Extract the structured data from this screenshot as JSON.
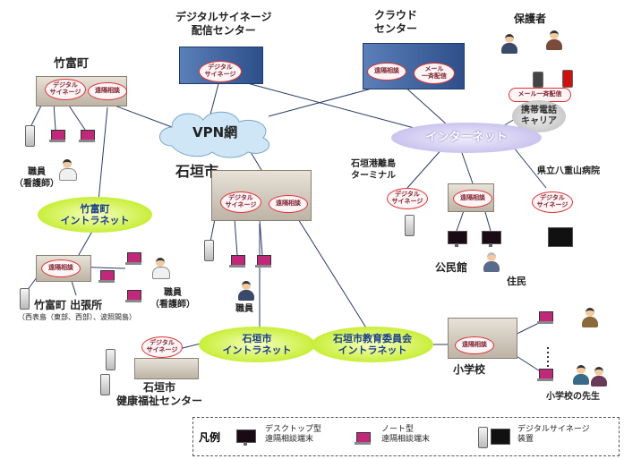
{
  "nodes": {
    "digital_signage_center": "デジタルサイネージ\n配信センター",
    "cloud_center": "クラウド\nセンター",
    "guardian": "保護者",
    "taketomi": "竹富町",
    "staff_nurse_1": "職員\n（看護師）",
    "vpn": "VPN網",
    "internet": "インターネット",
    "carrier": "携帯電話\nキャリア",
    "ishigaki": "石垣市",
    "ferry_terminal": "石垣港離島\nターミナル",
    "yaeyama_hospital": "県立八重山病院",
    "taketomi_intranet": "竹富町\nイントラネット",
    "community_hall": "公民館",
    "resident": "住民",
    "taketomi_branch": "竹富町 出張所",
    "taketomi_branch_sub": "（西表島（東部、西部）、波照間島）",
    "staff_nurse_2": "職員\n（看護師）",
    "staff": "職員",
    "ishigaki_intranet": "石垣市\nイントラネット",
    "edu_intranet": "石垣市教育委員会\nイントラネット",
    "elementary_school": "小学校",
    "welfare_center": "石垣市\n健康福祉センター",
    "teacher": "小学校の先生"
  },
  "tags": {
    "signage": "デジタル\nサイネージ",
    "remote": "遠隔相談",
    "mail": "メール\n一斉配信",
    "mail_inline": "メール一斉配信"
  },
  "legend": {
    "title": "凡例",
    "desktop": "デスクトップ型\n遠隔相談端末",
    "notebook": "ノート型\n遠隔相談端末",
    "signage": "デジタルサイネージ\n装置"
  },
  "colors": {
    "intranet_fill": "#c9ee3a",
    "network_fill": "#c8c1ee",
    "vpn_fill": "#cfe6f6",
    "tag_border": "#dd3333",
    "line": "#2b3a66"
  }
}
